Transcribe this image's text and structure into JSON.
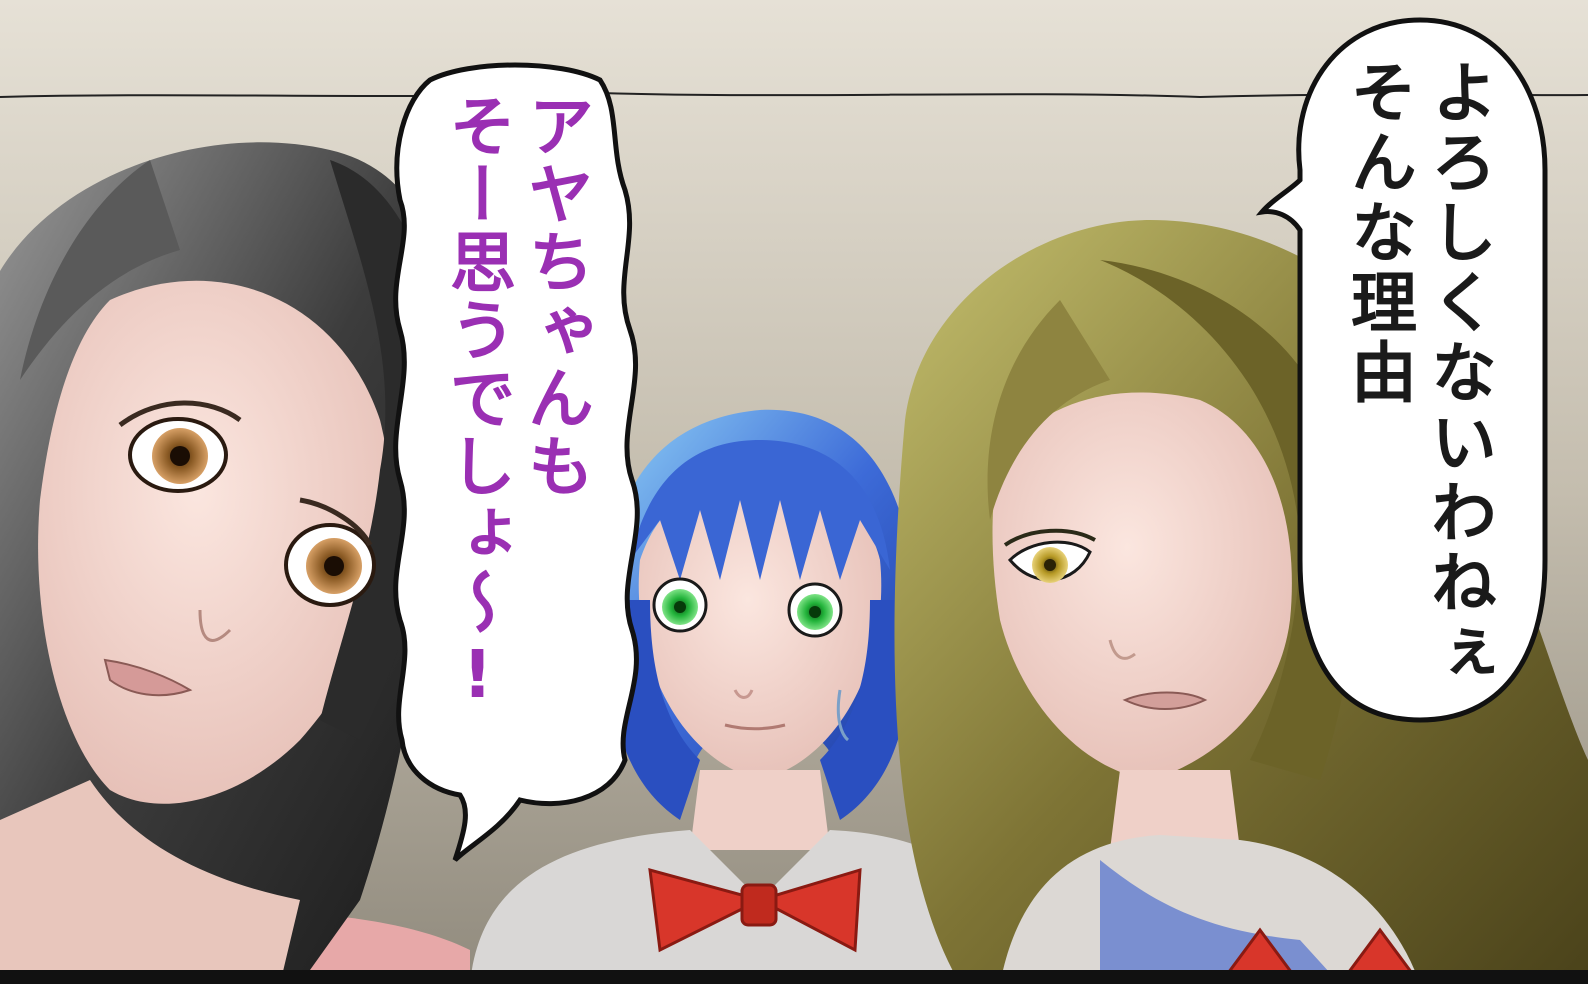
{
  "colors": {
    "left_bubble_text": "#9a2fb3",
    "right_bubble_text": "#1a1a1a",
    "panel_border": "#111111",
    "wall": "#c5beb0"
  },
  "speech_left": {
    "lines": [
      "アヤちゃんも",
      "そー思うでしょ〜!"
    ]
  },
  "speech_right": {
    "lines": [
      "よろしくないわねぇ",
      "そんな理由"
    ]
  }
}
